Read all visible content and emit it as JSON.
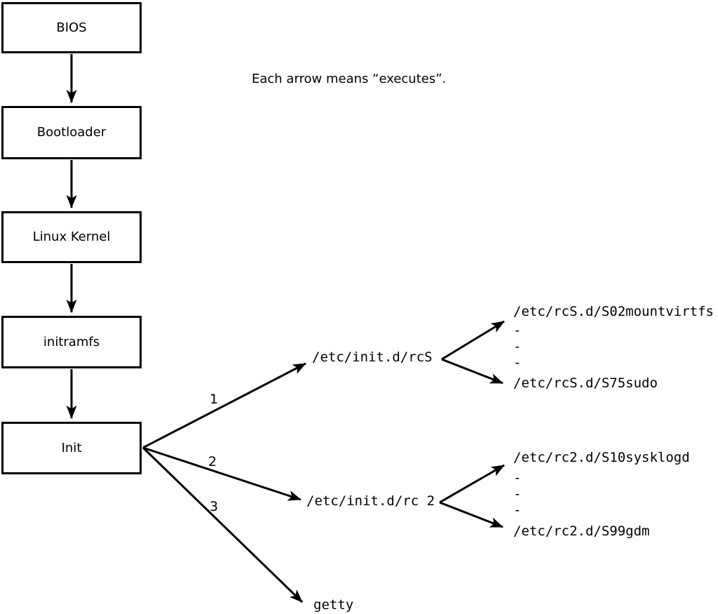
{
  "note": "Each arrow means “executes”.",
  "boot_chain": [
    {
      "label": "BIOS"
    },
    {
      "label": "Bootloader"
    },
    {
      "label": "Linux Kernel"
    },
    {
      "label": "initramfs"
    },
    {
      "label": "Init"
    }
  ],
  "init_branches": [
    {
      "order_label": "1",
      "target": "/etc/init.d/rcS",
      "first_script": "/etc/rcS.d/S02mountvirtfs",
      "ellipsis": [
        "-",
        "-",
        "-"
      ],
      "last_script": "/etc/rcS.d/S75sudo"
    },
    {
      "order_label": "2",
      "target": "/etc/init.d/rc 2",
      "first_script": "/etc/rc2.d/S10sysklogd",
      "ellipsis": [
        "-",
        "-",
        "-"
      ],
      "last_script": "/etc/rc2.d/S99gdm"
    },
    {
      "order_label": "3",
      "target": "getty"
    }
  ],
  "colors": {
    "background": "#ffffff",
    "line": "#000000",
    "box_border": "#000000"
  }
}
